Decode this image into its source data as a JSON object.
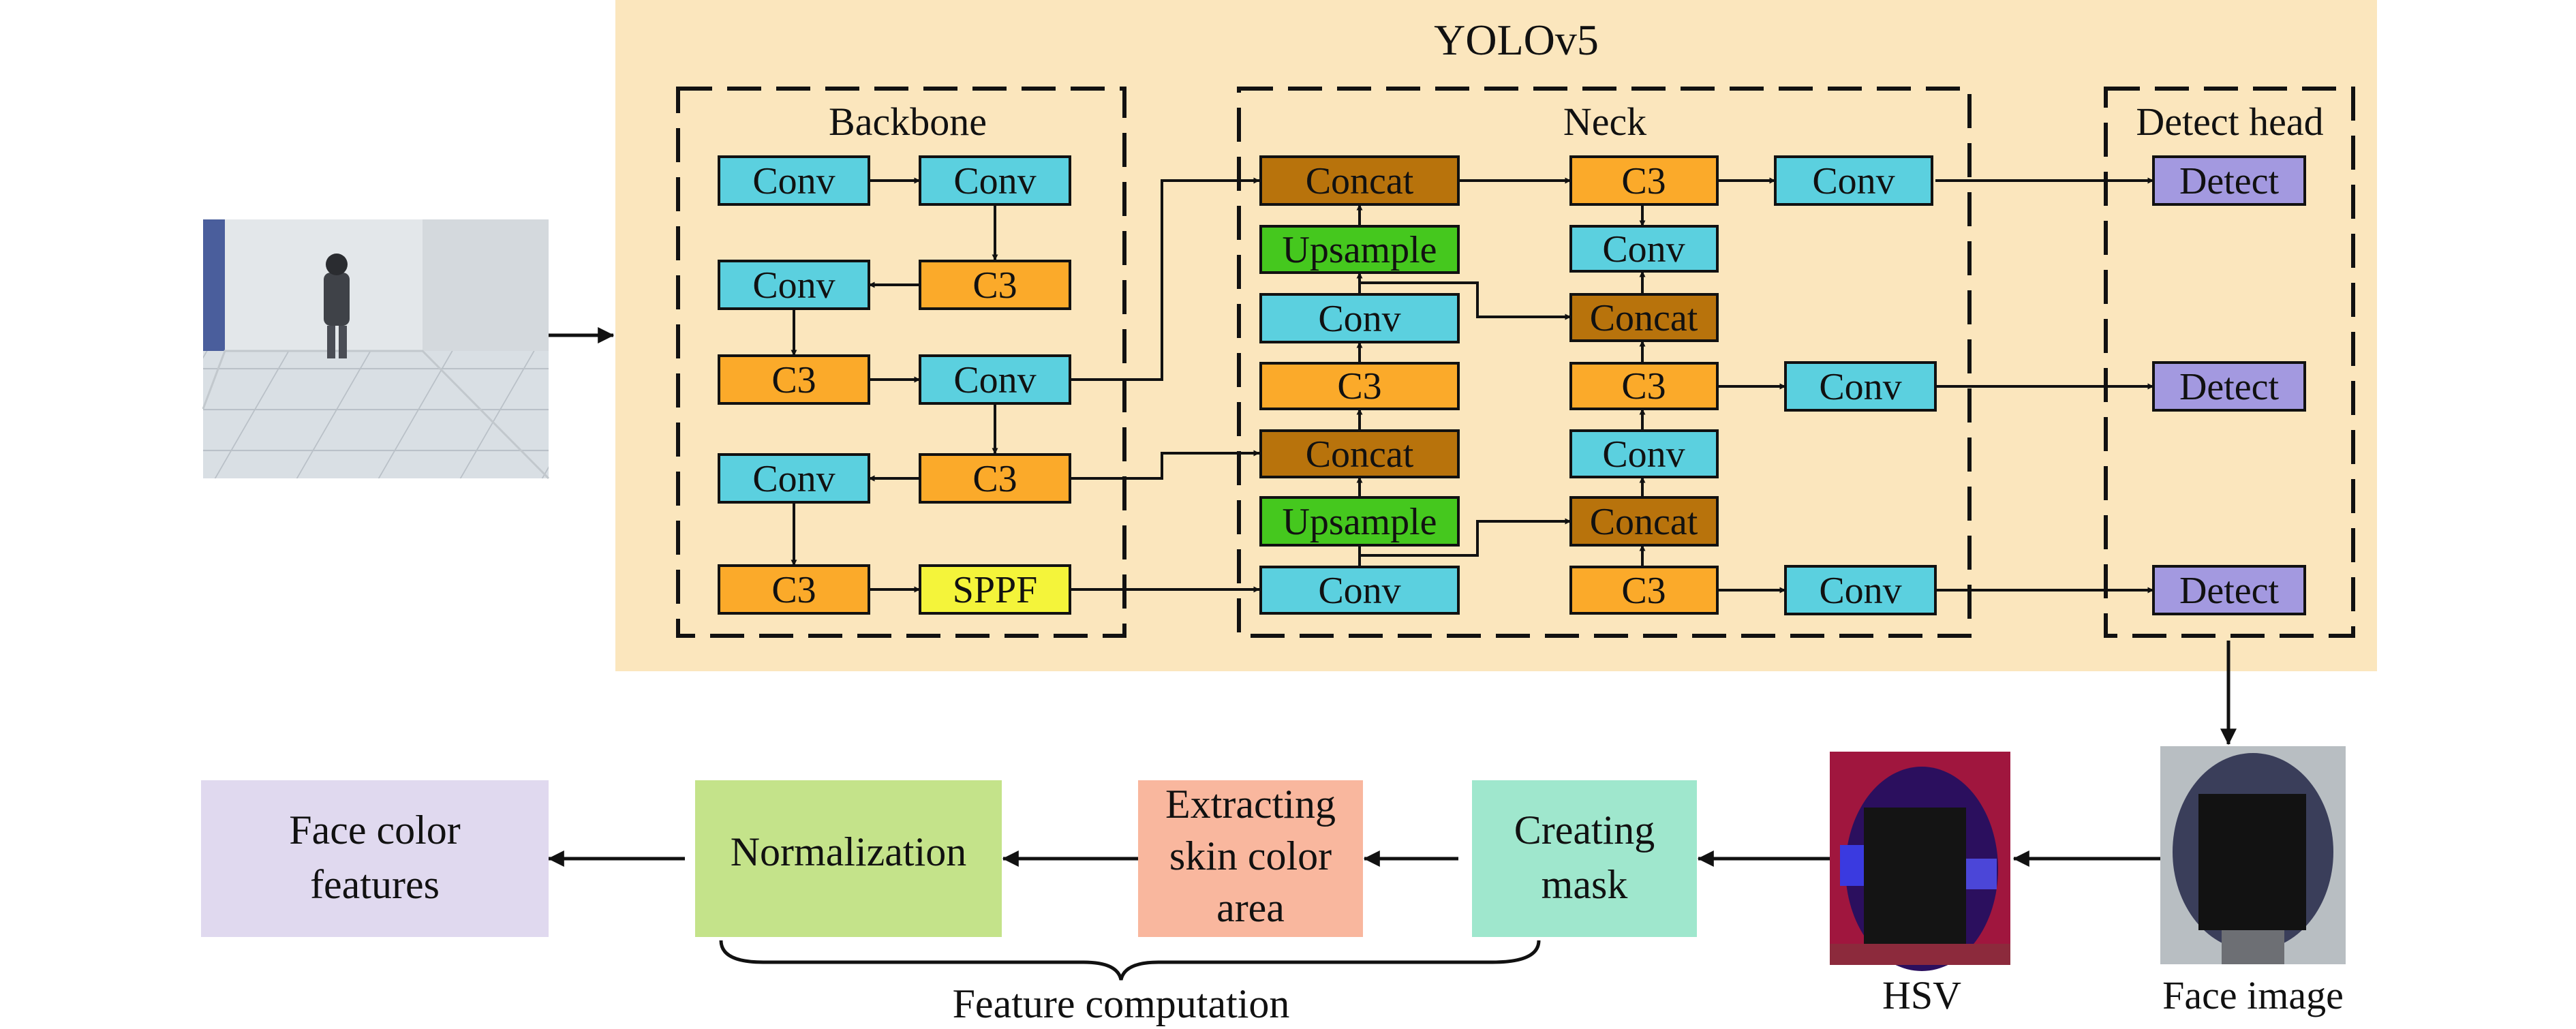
{
  "yolo": {
    "title": "YOLOv5",
    "backbone_title": "Backbone",
    "neck_title": "Neck",
    "head_title": "Detect head"
  },
  "backbone": {
    "conv_1": "Conv",
    "conv_2": "Conv",
    "conv_3": "Conv",
    "c3_1": "C3",
    "c3_2": "C3",
    "conv_4": "Conv",
    "conv_5": "Conv",
    "c3_3": "C3",
    "c3_4": "C3",
    "sppf": "SPPF"
  },
  "neck": {
    "concat_1": "Concat",
    "upsample_1": "Upsample",
    "conv_1": "Conv",
    "c3_1": "C3",
    "concat_2": "Concat",
    "upsample_2": "Upsample",
    "conv_2": "Conv",
    "c3_2": "C3",
    "conv_3": "Conv",
    "concat_3": "Concat",
    "c3_3": "C3",
    "conv_4": "Conv",
    "concat_4": "Concat",
    "c3_4": "C3",
    "conv_5": "Conv",
    "conv_6": "Conv",
    "conv_7": "Conv"
  },
  "head": {
    "detect_1": "Detect",
    "detect_2": "Detect",
    "detect_3": "Detect"
  },
  "pipeline": {
    "face_color": [
      "Face color",
      "features"
    ],
    "normalization": "Normalization",
    "extracting": [
      "Extracting",
      "skin color",
      "area"
    ],
    "creating_mask": [
      "Creating",
      "mask"
    ],
    "hsv_label": "HSV",
    "face_image_label": "Face image",
    "feature_computation": "Feature computation"
  },
  "colors": {
    "panel": "#fbe6bd",
    "conv": "#5bd0df",
    "c3": "#fbaa2a",
    "concat": "#b8730c",
    "upsample": "#45c81e",
    "sppf": "#f4f43a",
    "detect": "#a399e0",
    "face_color_box": "#e0d9ef",
    "normalization_box": "#c4e38a",
    "extracting_box": "#f9b79e",
    "mask_box": "#9fe7cd"
  }
}
